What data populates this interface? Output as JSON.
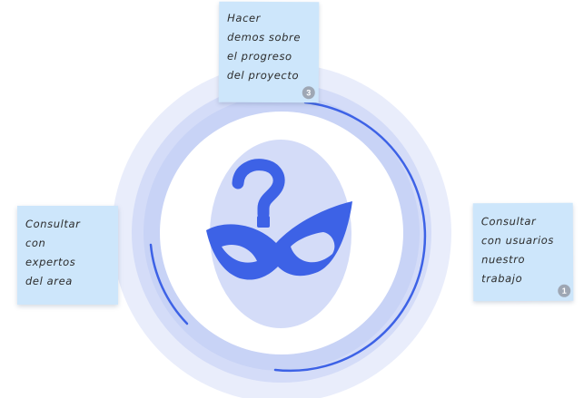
{
  "board": {
    "notes": [
      {
        "text": "Hacer\ndemos sobre\nel progreso\ndel proyecto",
        "votes": "3"
      },
      {
        "text": "Consultar\ncon\nexpertos\ndel area"
      },
      {
        "text": "Consultar\ncon usuarios\nnuestro\ntrabajo",
        "votes": "1"
      }
    ]
  },
  "colors": {
    "note_fill": "#cde6fb",
    "ring_outer": "#e9edfb",
    "ring_mid": "#d4dcf8",
    "ring_inner": "#c8d3f6",
    "arc": "#3d62e6",
    "face": "#d4dcf8",
    "mask": "#3d62e6",
    "badge": "#9ea7b4"
  },
  "icons": [
    "anonymous-mask-icon",
    "question-mark-icon",
    "progress-arc-icon"
  ]
}
